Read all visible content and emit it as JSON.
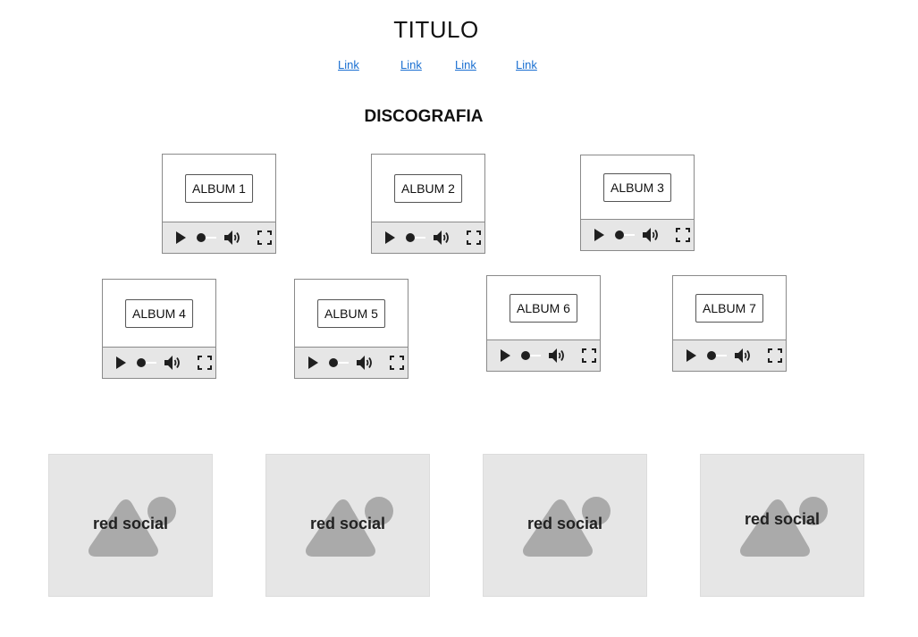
{
  "header": {
    "title": "TITULO",
    "links": [
      "Link",
      "Link",
      "Link",
      "Link"
    ]
  },
  "discography": {
    "heading": "DISCOGRAFIA",
    "albums": [
      {
        "label": "ALBUM 1"
      },
      {
        "label": "ALBUM 2"
      },
      {
        "label": "ALBUM 3"
      },
      {
        "label": "ALBUM 4"
      },
      {
        "label": "ALBUM 5"
      },
      {
        "label": "ALBUM 6"
      },
      {
        "label": "ALBUM 7"
      }
    ],
    "player_controls": [
      "play-icon",
      "progress-slider",
      "volume-icon",
      "fullscreen-icon"
    ]
  },
  "social": {
    "items": [
      {
        "label": "red social",
        "icon": "image-placeholder-icon"
      },
      {
        "label": "red social",
        "icon": "image-placeholder-icon"
      },
      {
        "label": "red social",
        "icon": "image-placeholder-icon"
      },
      {
        "label": "red social",
        "icon": "image-placeholder-icon"
      }
    ]
  },
  "colors": {
    "link": "#1a6fd1",
    "player_bar": "#e6e6e6",
    "placeholder_bg": "#e6e6e6",
    "placeholder_shape": "#aaaaaa"
  }
}
